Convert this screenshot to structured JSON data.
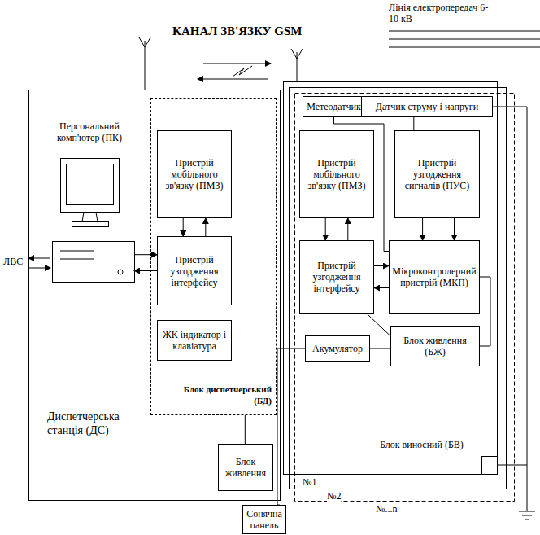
{
  "diagram": {
    "title": "КАНАЛ ЗВ'ЯЗКУ GSM",
    "nodes": [
      {
        "text": [
          "Диспетчерська станція (ДС)"
        ]
      },
      {
        "text": [
          "Персональний комп'ютер (ПК)"
        ],
        "in": 0
      },
      {
        "text": [
          "Блок диспетчерський (БД)"
        ],
        "in": 0
      },
      {
        "text": [
          "Пристрій мобільного зв'язку (ПМЗ)"
        ],
        "in": 2
      },
      {
        "text": [
          "Пристрій узгодження інтерфейсу"
        ],
        "in": 2
      },
      {
        "text": [
          "ЖК індикатор і клавіатура"
        ],
        "in": 2
      },
      {
        "text": [
          "Блок живлення"
        ],
        "in": 0
      },
      {
        "text": [
          "Блок виносний (БВ)"
        ]
      },
      {
        "text": [
          "Метеодатчик"
        ],
        "in": 7
      },
      {
        "text": [
          "Датчик струму і напруги"
        ],
        "in": 7
      },
      {
        "text": [
          "Пристрій мобільного зв'язку (ПМЗ)"
        ],
        "in": 7
      },
      {
        "text": [
          "Пристрій узгодження сигналів (ПУС)"
        ],
        "in": 7
      },
      {
        "text": [
          "Пристрій узгодження інтерфейсу"
        ],
        "in": 7
      },
      {
        "text": [
          "Мікроконтролерний пристрій (МКП)"
        ],
        "in": 7
      },
      {
        "text": [
          "Акумулятор"
        ],
        "in": 7
      },
      {
        "text": [
          "Блок живлення (БЖ)"
        ],
        "in": 7
      },
      {
        "text": [
          "Сонячна панель"
        ]
      }
    ],
    "edges": [
      {
        "from": 3,
        "to": 4,
        "arrow": "to"
      },
      {
        "from": 4,
        "to": 3,
        "arrow": "to"
      },
      {
        "from": 1,
        "to": 4,
        "arrow": "to"
      },
      {
        "from": 4,
        "to": 1,
        "arrow": "to"
      },
      {
        "from": 2,
        "to": 6,
        "arrow": "none"
      },
      {
        "from": 10,
        "to": 12,
        "arrow": "to"
      },
      {
        "from": 12,
        "to": 10,
        "arrow": "to"
      },
      {
        "from": 11,
        "to": 13,
        "arrow": "to"
      },
      {
        "from": 11,
        "to": 13,
        "arrow": "to"
      },
      {
        "from": 12,
        "to": 13,
        "arrow": "to"
      },
      {
        "from": 13,
        "to": 12,
        "arrow": "to"
      },
      {
        "from": 8,
        "to": 13,
        "arrow": "none"
      },
      {
        "from": 9,
        "to": 11,
        "arrow": "none"
      },
      {
        "from": 14,
        "to": 15,
        "arrow": "none"
      },
      {
        "from": 12,
        "to": 15,
        "arrow": "none"
      },
      {
        "from": 15,
        "to": 13,
        "arrow": "none"
      },
      {
        "from": 14,
        "to": 16,
        "arrow": "none"
      }
    ],
    "labels": [
      "Лінія електропередач 6-10 кВ",
      "ЛВС",
      "№1",
      "№2",
      "№...n"
    ]
  }
}
